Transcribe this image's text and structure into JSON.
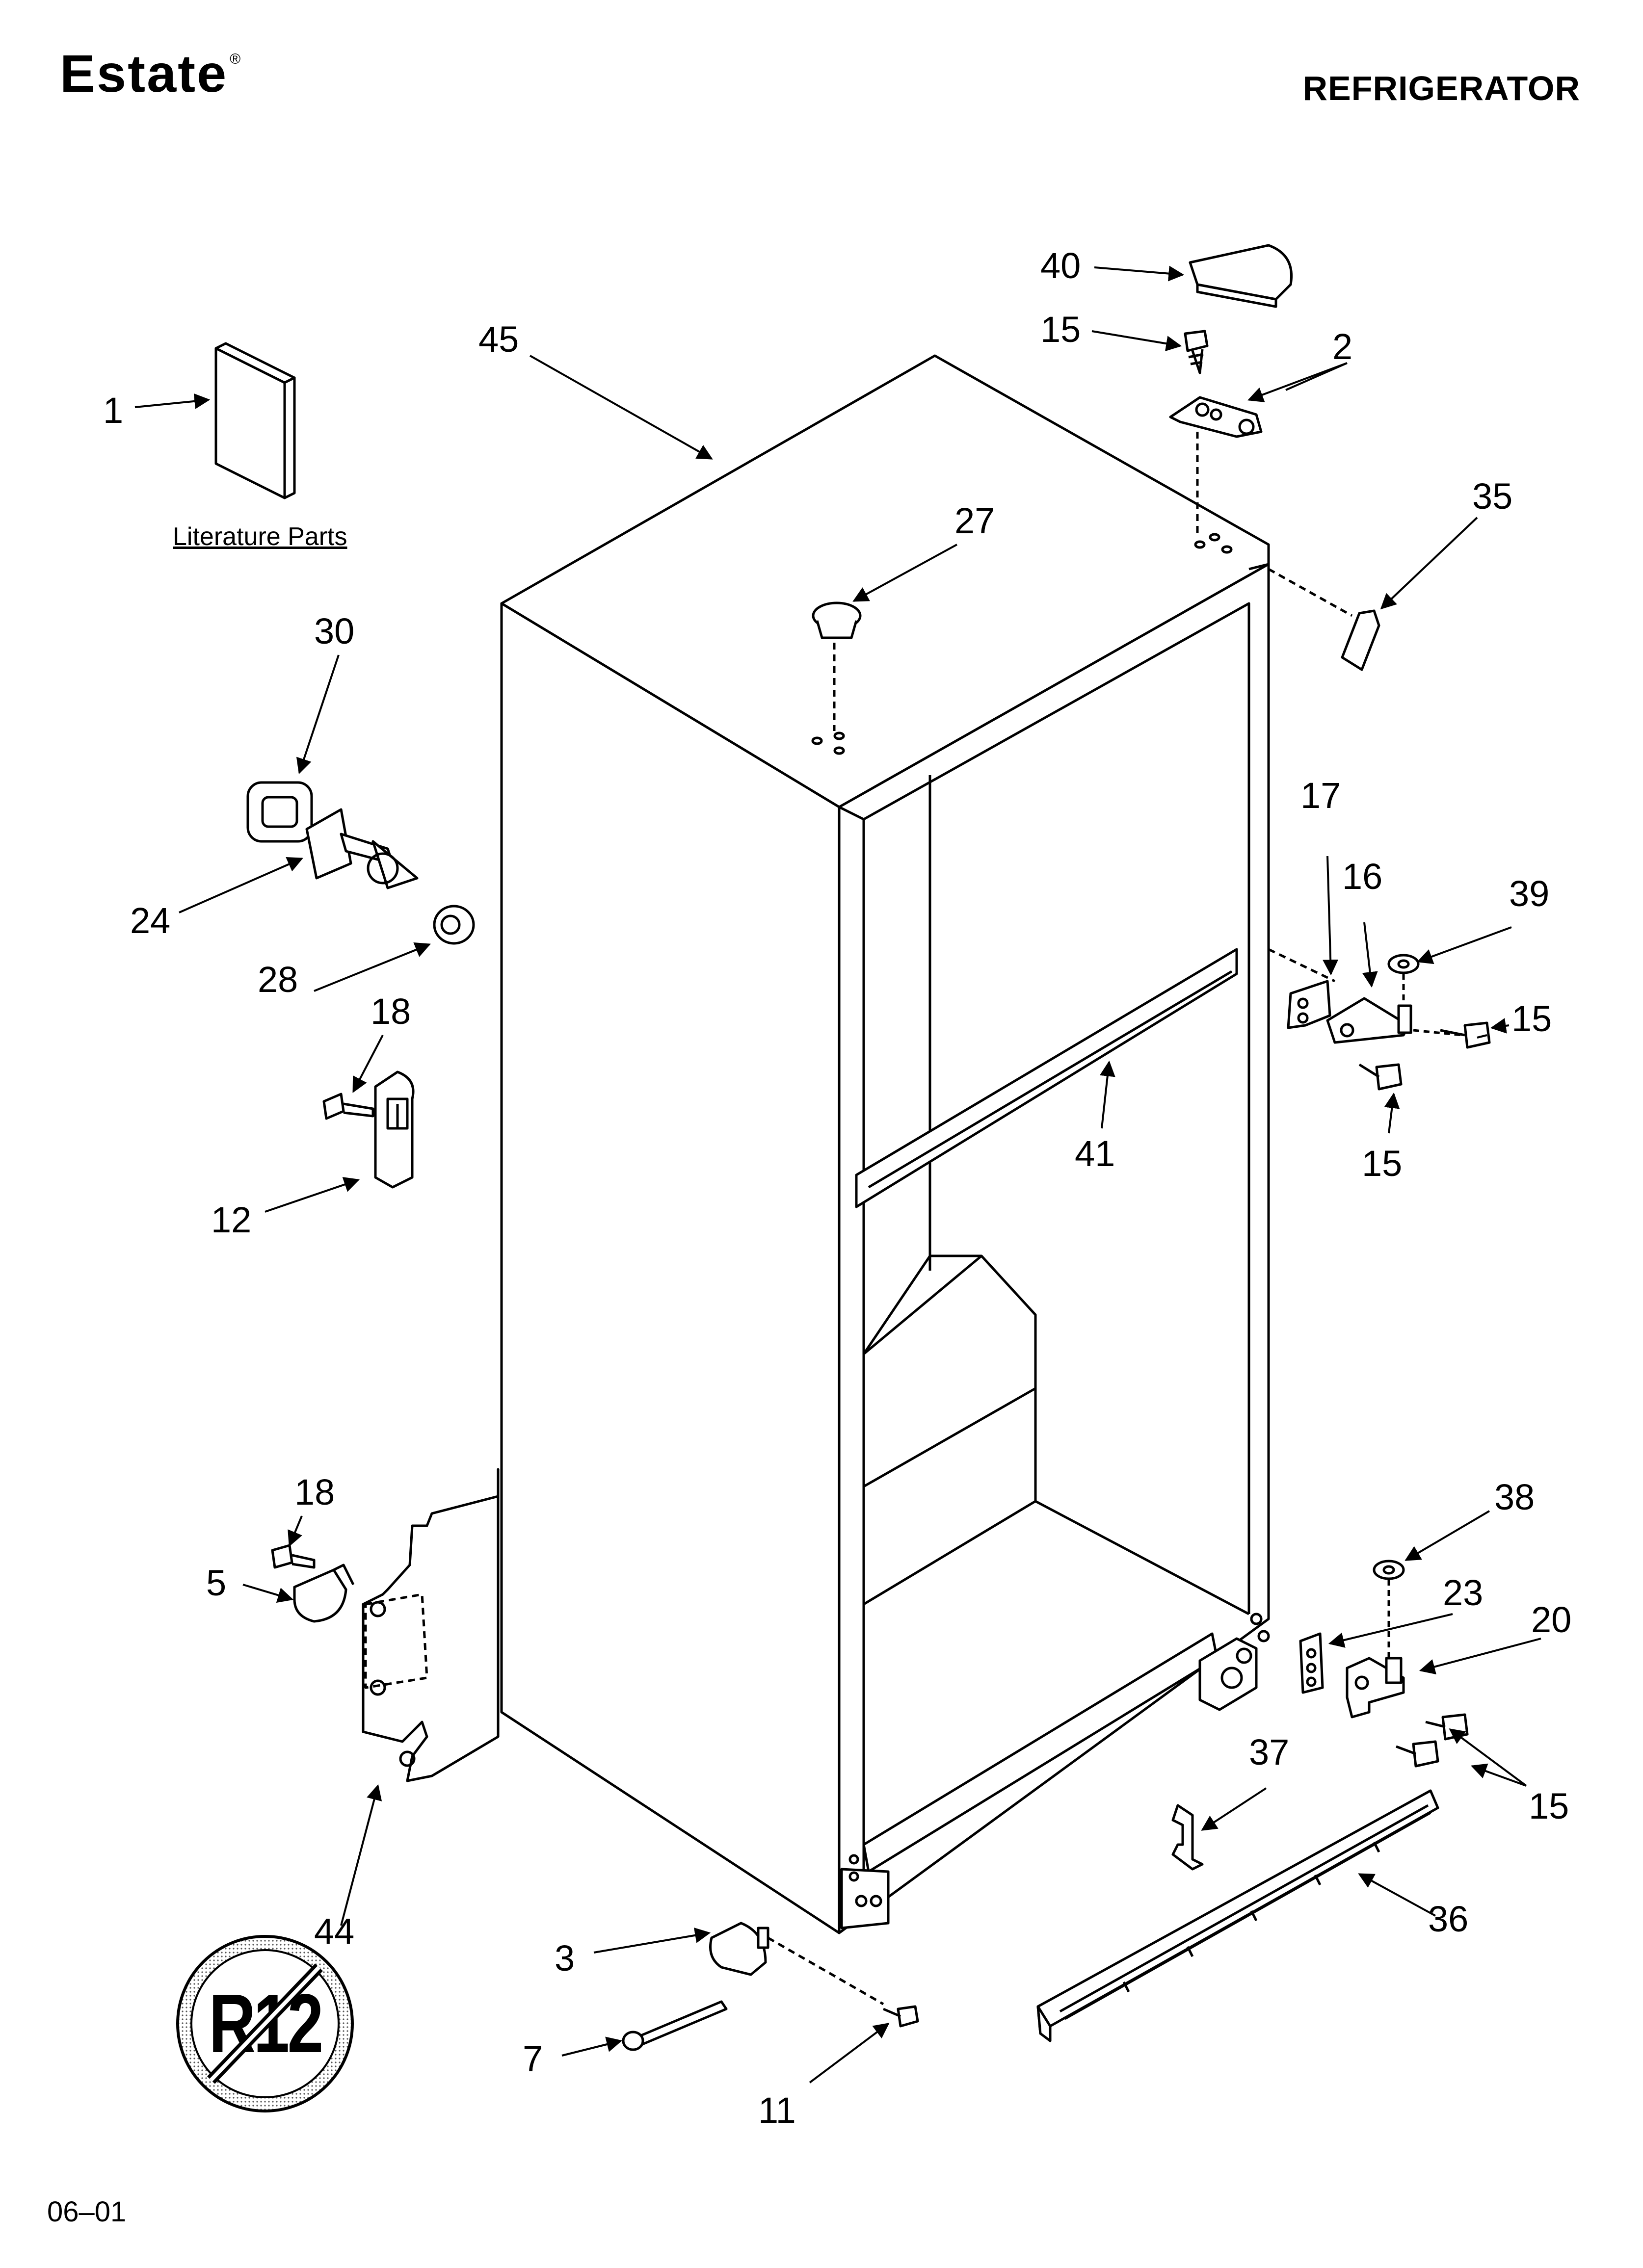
{
  "header": {
    "brand": "Estate",
    "brand_mark": "®",
    "title": "REFRIGERATOR"
  },
  "footer": {
    "code": "06–01"
  },
  "literature": {
    "label": "Literature Parts"
  },
  "badge": {
    "text": "R12",
    "icon": "no-r12-icon"
  },
  "callouts": {
    "c1": "1",
    "c2": "2",
    "c3": "3",
    "c5": "5",
    "c7": "7",
    "c11": "11",
    "c12": "12",
    "c15a": "15",
    "c15b": "15",
    "c15c": "15",
    "c15d": "15",
    "c16": "16",
    "c17": "17",
    "c18a": "18",
    "c18b": "18",
    "c20": "20",
    "c23": "23",
    "c24": "24",
    "c27": "27",
    "c28": "28",
    "c30": "30",
    "c35": "35",
    "c36": "36",
    "c37": "37",
    "c38": "38",
    "c39": "39",
    "c40": "40",
    "c41": "41",
    "c44": "44",
    "c45": "45"
  }
}
